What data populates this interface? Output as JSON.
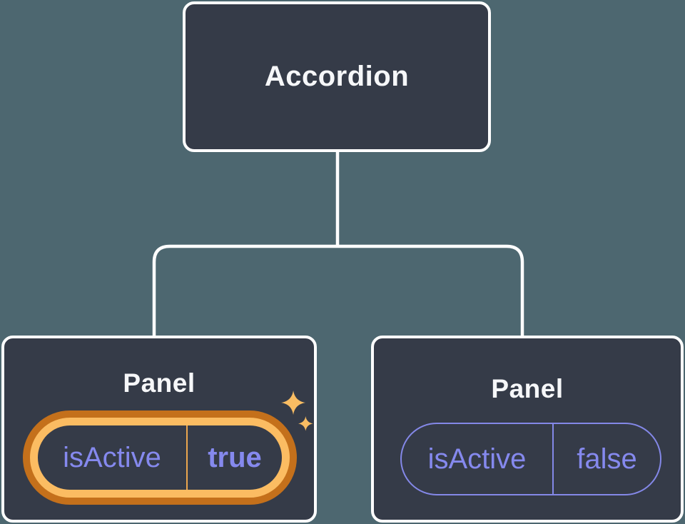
{
  "diagram": {
    "description": "Component tree showing an Accordion parent passing isActive state to two Panel children",
    "root_node": {
      "label": "Accordion"
    },
    "panels": [
      {
        "label": "Panel",
        "prop_name": "isActive",
        "prop_value": "true",
        "state": "active",
        "highlighted": true
      },
      {
        "label": "Panel",
        "prop_name": "isActive",
        "prop_value": "false",
        "state": "inactive",
        "highlighted": false
      }
    ]
  },
  "icons": {
    "sparkle": "sparkle-icon"
  },
  "colors": {
    "background": "#4d6770",
    "node_fill": "#353b48",
    "node_border": "#ffffff",
    "connector_line": "#ffffff",
    "title_text": "#f6f7f9",
    "prop_text": "#8589ee",
    "inactive_pill_border": "#8488e8",
    "highlight_ring_outer": "#c4701b",
    "highlight_ring_inner": "#fbbc62",
    "highlight_divider": "#eca74e",
    "sparkle": "#f9bd63"
  }
}
